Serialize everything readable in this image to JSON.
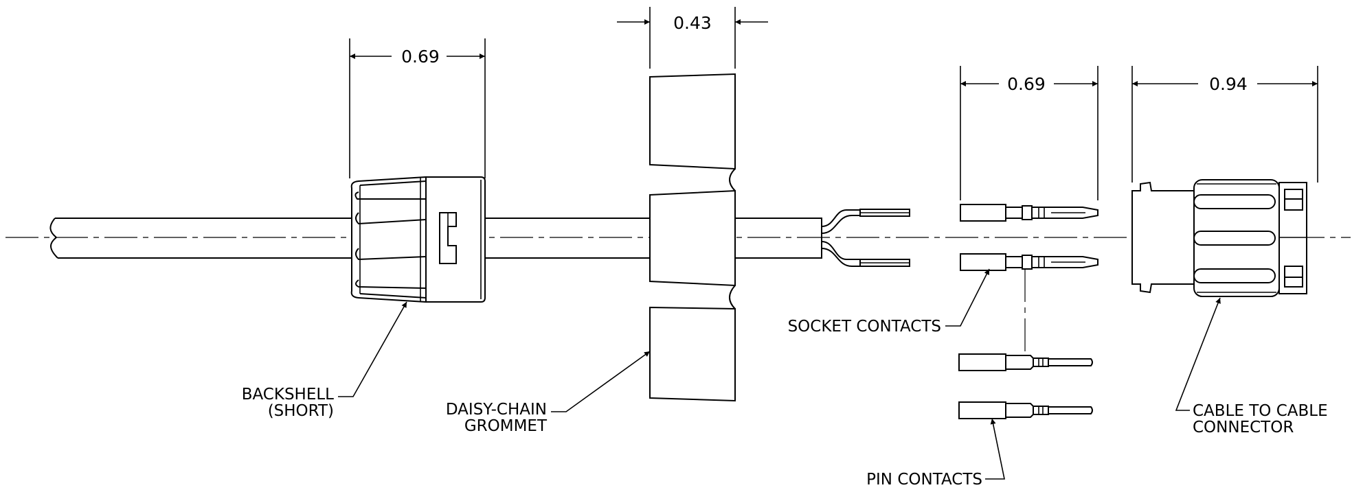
{
  "dimensions": {
    "backshell_length": "0.69",
    "grommet_thickness": "0.43",
    "contact_length": "0.69",
    "connector_length": "0.94"
  },
  "labels": {
    "backshell_line1": "BACKSHELL",
    "backshell_line2": "(SHORT)",
    "grommet_line1": "DAISY-CHAIN",
    "grommet_line2": "GROMMET",
    "socket_contacts": "SOCKET CONTACTS",
    "pin_contacts": "PIN CONTACTS",
    "connector_line1": "CABLE TO CABLE",
    "connector_line2": "CONNECTOR"
  }
}
